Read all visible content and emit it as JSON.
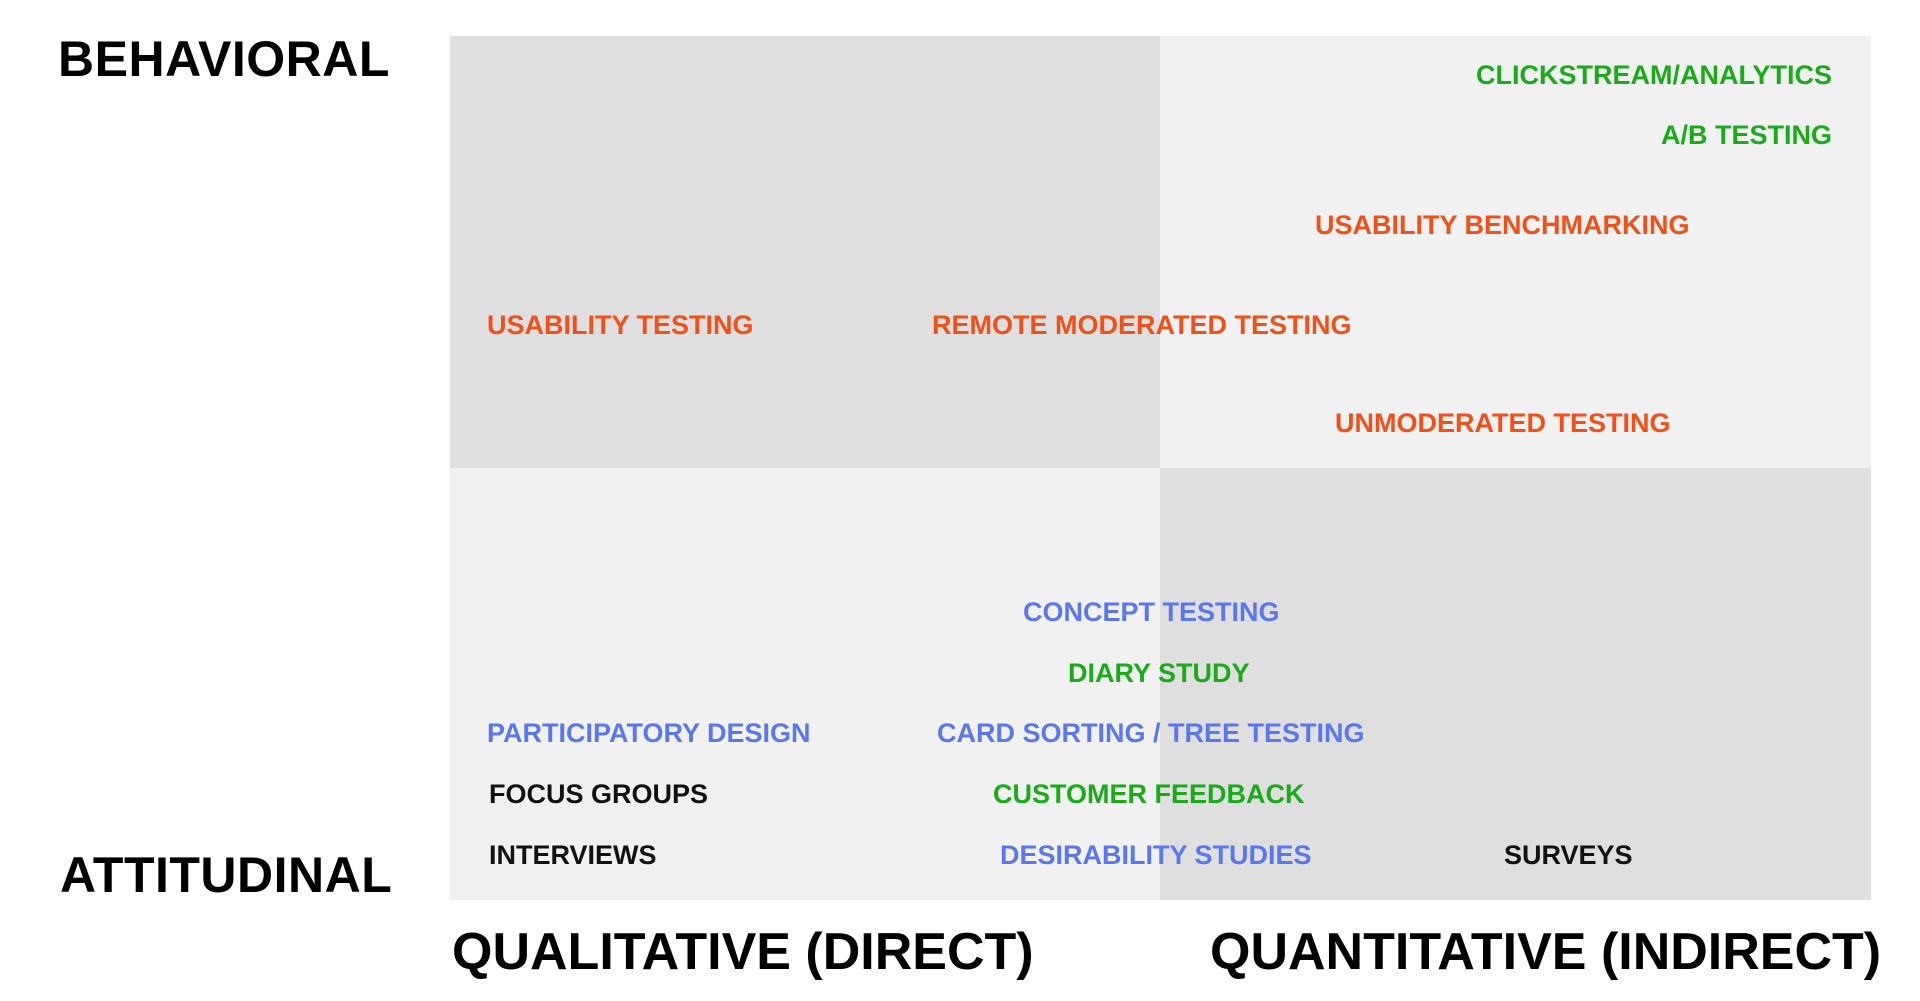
{
  "axes": {
    "top": "BEHAVIORAL",
    "bottom": "ATTITUDINAL",
    "left": "QUALITATIVE (DIRECT)",
    "right": "QUANTITATIVE (INDIRECT)"
  },
  "colors": {
    "quadrant_dark": "#dfdfdf",
    "quadrant_light": "#f1f1f1",
    "green": "#1aaa1a",
    "orange": "#f0501a",
    "blue": "#5a78ee",
    "black": "#111111"
  },
  "methods": {
    "clickstream": "CLICKSTREAM/ANALYTICS",
    "ab_testing": "A/B TESTING",
    "usability_benchmarking": "USABILITY BENCHMARKING",
    "usability_testing": "USABILITY TESTING",
    "remote_moderated_testing": "REMOTE MODERATED TESTING",
    "unmoderated_testing": "UNMODERATED TESTING",
    "concept_testing": "CONCEPT TESTING",
    "diary_study": "DIARY STUDY",
    "participatory_design": "PARTICIPATORY DESIGN",
    "card_sorting": "CARD SORTING / TREE TESTING",
    "focus_groups": "FOCUS GROUPS",
    "customer_feedback": "CUSTOMER FEEDBACK",
    "interviews": "INTERVIEWS",
    "desirability_studies": "DESIRABILITY STUDIES",
    "surveys": "SURVEYS"
  }
}
